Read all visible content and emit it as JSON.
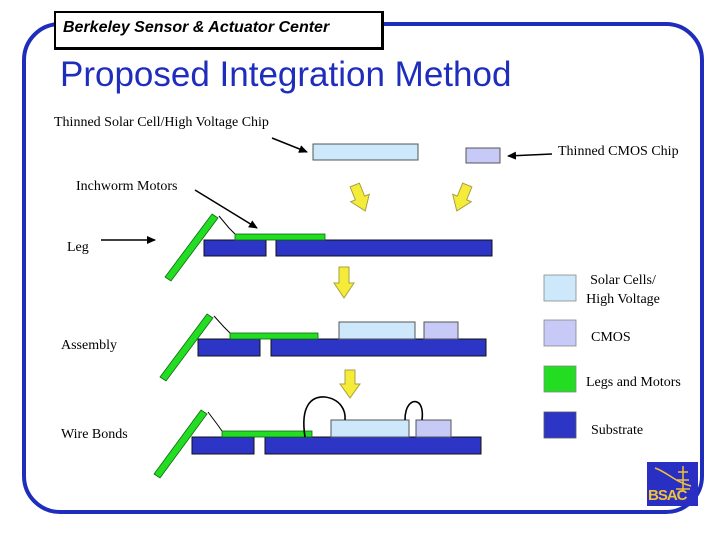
{
  "header": {
    "org": "Berkeley Sensor & Actuator Center"
  },
  "title": "Proposed Integration Method",
  "labels": {
    "thinned_solar": "Thinned Solar Cell/High Voltage Chip",
    "thinned_cmos": "Thinned CMOS Chip",
    "inchworm": "Inchworm Motors",
    "leg": "Leg",
    "assembly": "Assembly",
    "wire_bonds": "Wire Bonds"
  },
  "legend": [
    {
      "label": "Solar Cells/ High Voltage",
      "color": "#cce8fa"
    },
    {
      "label": "CMOS",
      "color": "#c7c9f7"
    },
    {
      "label": "Legs and Motors",
      "color": "#22dd22"
    },
    {
      "label": "Substrate",
      "color": "#2d35c7"
    }
  ],
  "colors": {
    "frame": "#1f2dbd",
    "arrow_fill": "#f5ec3a",
    "arrow_stroke": "#a8a040"
  },
  "logo": {
    "text": "BSAC"
  }
}
